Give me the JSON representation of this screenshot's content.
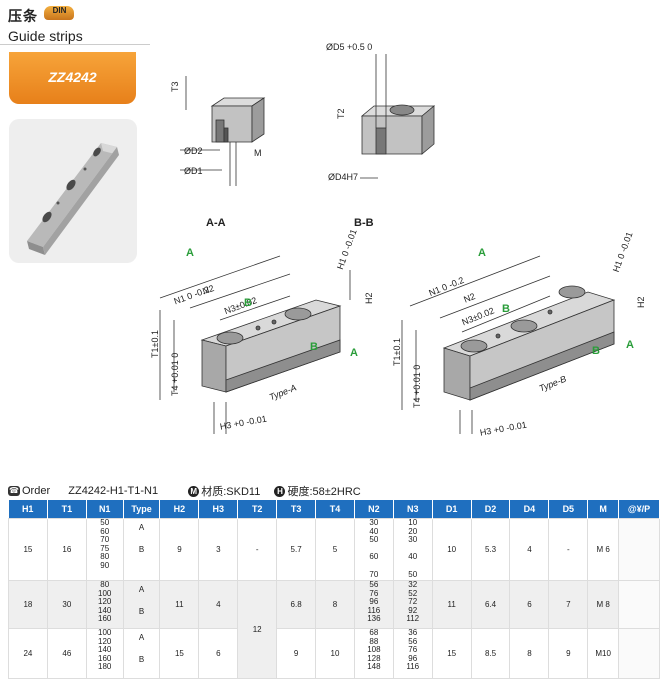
{
  "header": {
    "title_cn": "压条",
    "badge": "DIN",
    "title_en": "Guide strips"
  },
  "tab": {
    "label": "ZZ4242"
  },
  "drawing": {
    "section_a": "A-A",
    "section_b": "B-B",
    "type_a": "Type-A",
    "type_b": "Type-B",
    "dims": {
      "t3": "T3",
      "d2": "ØD2",
      "d1": "ØD1",
      "m": "M",
      "d5": "ØD5 +0.5 0",
      "t2": "T2",
      "d4": "ØD4H7",
      "n1a": "N1 0 -0.2",
      "n2a": "N2",
      "n3a": "N3±0.02",
      "h1a": "H1 0 -0.01",
      "h2a": "H2",
      "t1a": "T1±0.1",
      "t4a": "T4 +0.01 0",
      "h3a": "H3 +0 -0.01",
      "a": "A",
      "b": "B",
      "n1b": "N1 0 -0.2",
      "n2b": "N2",
      "n3b": "N3±0.02",
      "h1b": "H1 0 -0.01",
      "h2b": "H2",
      "t1b": "T1±0.1",
      "t4b": "T4 +0.01 0",
      "h3b": "H3 +0 -0.01"
    }
  },
  "order": {
    "label": "Order",
    "code": "ZZ4242-H1-T1-N1",
    "material_icon": "M",
    "material": "材质:SKD11",
    "hardness_icon": "H",
    "hardness": "硬度:58±2HRC"
  },
  "table": {
    "headers": [
      "H1",
      "T1",
      "N1",
      "Type",
      "H2",
      "H3",
      "T2",
      "T3",
      "T4",
      "N2",
      "N3",
      "D1",
      "D2",
      "D4",
      "D5",
      "M",
      "@¥/P"
    ],
    "groups": [
      {
        "H1": "15",
        "T1": "16",
        "N1": [
          "50",
          "60",
          "70",
          "75",
          "80",
          "90"
        ],
        "Type_a": "A",
        "Type_b": "B",
        "H2": "9",
        "H3": "3",
        "T2": "-",
        "T3": "5.7",
        "T4": "5",
        "N2": [
          "30",
          "40",
          "50",
          "",
          "60",
          "",
          "70"
        ],
        "N3": [
          "10",
          "20",
          "30",
          "",
          "40",
          "",
          "50"
        ],
        "D1": "10",
        "D2": "5.3",
        "D4": "4",
        "D5": "-",
        "M": "M 6"
      },
      {
        "H1": "18",
        "T1": "30",
        "N1": [
          "80",
          "100",
          "120",
          "140",
          "160"
        ],
        "Type_a": "A",
        "Type_b": "B",
        "H2": "11",
        "H3": "4",
        "T2": "12",
        "T3": "6.8",
        "T4": "8",
        "N2": [
          "56",
          "76",
          "96",
          "116",
          "136"
        ],
        "N3": [
          "32",
          "52",
          "72",
          "92",
          "112"
        ],
        "D1": "11",
        "D2": "6.4",
        "D4": "6",
        "D5": "7",
        "M": "M 8"
      },
      {
        "H1": "24",
        "T1": "46",
        "N1": [
          "100",
          "120",
          "140",
          "160",
          "180"
        ],
        "Type_a": "A",
        "Type_b": "B",
        "H2": "15",
        "H3": "6",
        "T3": "9",
        "T4": "10",
        "N2": [
          "68",
          "88",
          "108",
          "128",
          "148"
        ],
        "N3": [
          "36",
          "56",
          "76",
          "96",
          "116"
        ],
        "D1": "15",
        "D2": "8.5",
        "D4": "8",
        "D5": "9",
        "M": "M10"
      }
    ]
  }
}
